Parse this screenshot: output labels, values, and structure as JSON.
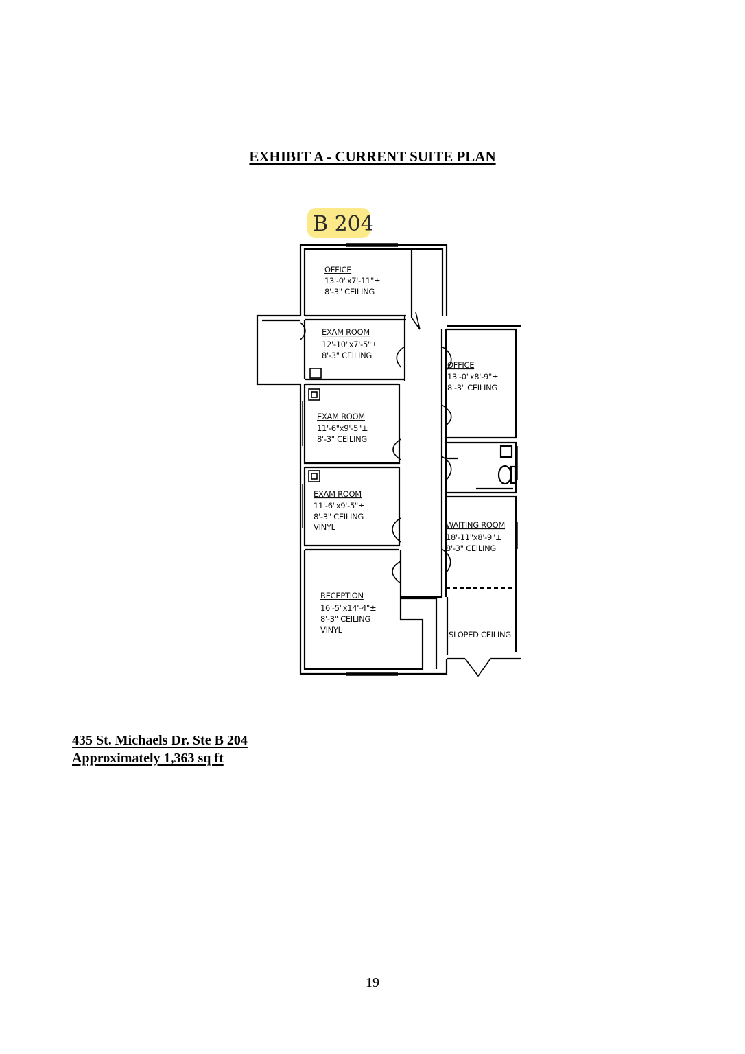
{
  "document": {
    "title": "EXHIBIT A - CURRENT SUITE PLAN",
    "address_line": "435 St. Michaels Dr. Ste B 204",
    "area_line": "Approximately 1,363 sq ft",
    "page_number": "19"
  },
  "plan": {
    "suite_badge": "B 204",
    "badge_color": "#fbe98a",
    "office_top": {
      "name": "OFFICE",
      "size": "13'-0\"x7'-11\"±",
      "ceiling": "8'-3\"  CEILING"
    },
    "exam_room_1": {
      "name": "EXAM ROOM",
      "size": "12'-10\"x7'-5\"±",
      "ceiling": "8'-3\"  CEILING"
    },
    "office_right": {
      "name": "OFFICE",
      "size": "13'-0\"x8'-9\"±",
      "ceiling": "8'-3\"  CEILING"
    },
    "exam_room_2": {
      "name": "EXAM ROOM",
      "size": "11'-6\"x9'-5\"±",
      "ceiling": "8'-3\"  CEILING"
    },
    "exam_room_3": {
      "name": "EXAM ROOM",
      "size": "11'-6\"x9'-5\"±",
      "ceiling": "8'-3\"  CEILING",
      "floor": "VINYL"
    },
    "waiting_room": {
      "name": "WAITING ROOM",
      "size": "18'-11\"x8'-9\"±",
      "ceiling": "8'-3\"  CEILING"
    },
    "reception": {
      "name": "RECEPTION",
      "size": "16'-5\"x14'-4\"±",
      "ceiling": "8'-3\"  CEILING",
      "floor": "VINYL"
    },
    "sloped_ceiling": "SLOPED CEILING"
  }
}
